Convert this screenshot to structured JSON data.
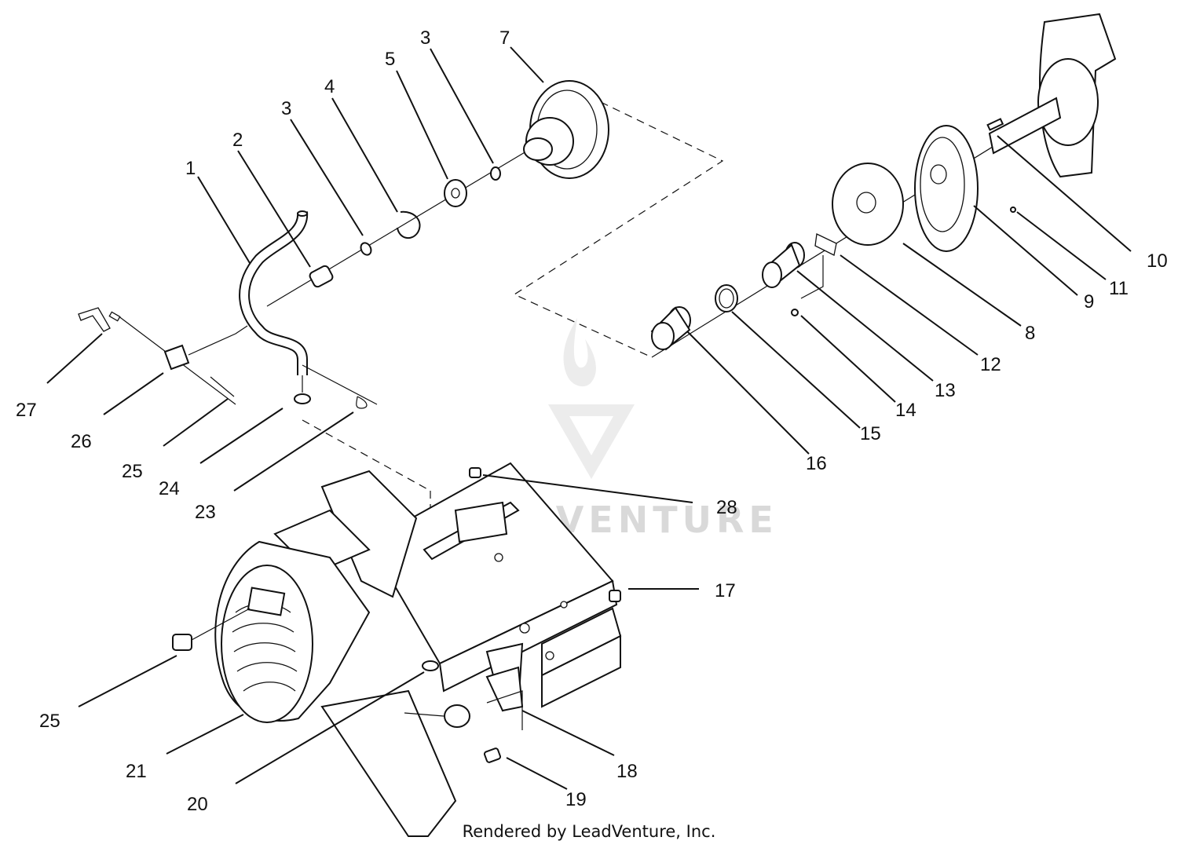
{
  "diagram": {
    "callouts": [
      {
        "id": "c1",
        "label": "1"
      },
      {
        "id": "c2",
        "label": "2"
      },
      {
        "id": "c3a",
        "label": "3"
      },
      {
        "id": "c4",
        "label": "4"
      },
      {
        "id": "c5",
        "label": "5"
      },
      {
        "id": "c3b",
        "label": "3"
      },
      {
        "id": "c7",
        "label": "7"
      },
      {
        "id": "c10",
        "label": "10"
      },
      {
        "id": "c11",
        "label": "11"
      },
      {
        "id": "c9",
        "label": "9"
      },
      {
        "id": "c8",
        "label": "8"
      },
      {
        "id": "c12",
        "label": "12"
      },
      {
        "id": "c13",
        "label": "13"
      },
      {
        "id": "c14",
        "label": "14"
      },
      {
        "id": "c15",
        "label": "15"
      },
      {
        "id": "c16",
        "label": "16"
      },
      {
        "id": "c27",
        "label": "27"
      },
      {
        "id": "c26",
        "label": "26"
      },
      {
        "id": "c25a",
        "label": "25"
      },
      {
        "id": "c24",
        "label": "24"
      },
      {
        "id": "c23",
        "label": "23"
      },
      {
        "id": "c28",
        "label": "28"
      },
      {
        "id": "c17",
        "label": "17"
      },
      {
        "id": "c25b",
        "label": "25"
      },
      {
        "id": "c21",
        "label": "21"
      },
      {
        "id": "c20",
        "label": "20"
      },
      {
        "id": "c18",
        "label": "18"
      },
      {
        "id": "c19",
        "label": "19"
      }
    ],
    "watermark": "LEADVENTURE",
    "footer": "Rendered by LeadVenture, Inc."
  }
}
